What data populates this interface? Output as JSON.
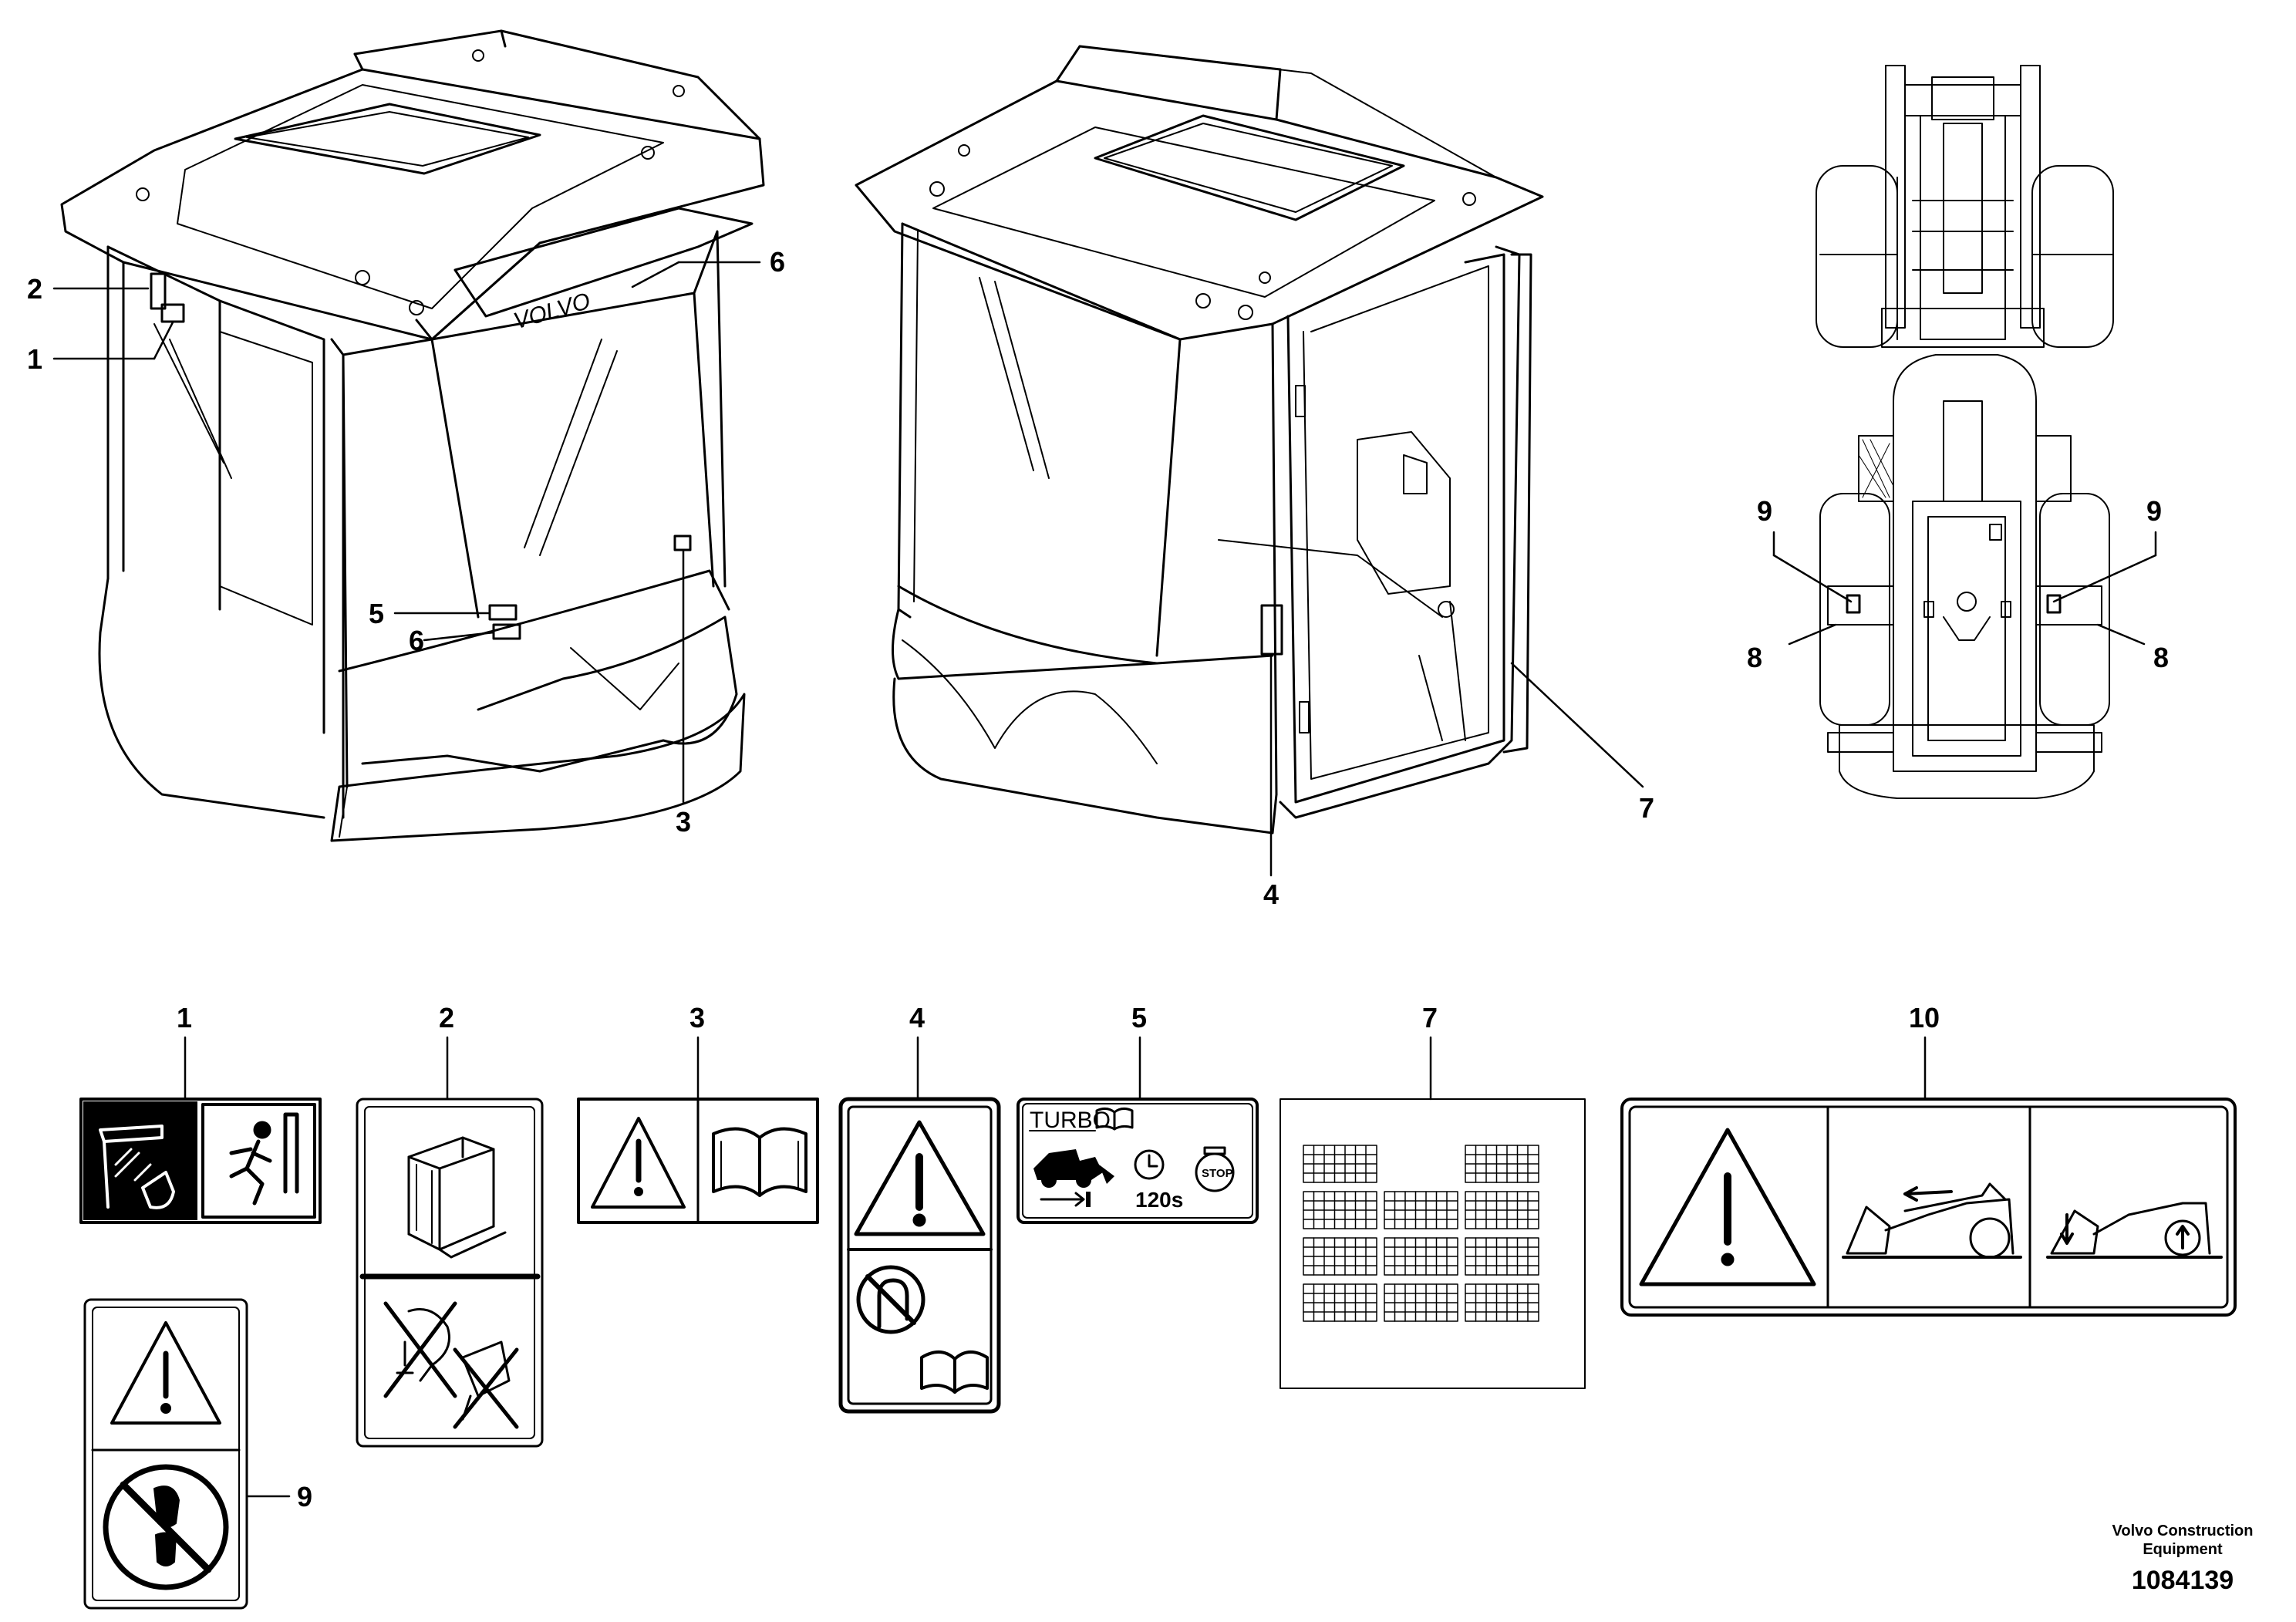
{
  "callouts": {
    "c1": "1",
    "c2": "2",
    "c3": "3",
    "c4": "4",
    "c5": "5",
    "c6": "6",
    "c7": "7",
    "c8": "8",
    "c9": "9",
    "c10": "10"
  },
  "cab_decal_brand": "VOLVO",
  "decal5": {
    "turbo_label": "TURBO",
    "time_label": "120s",
    "stop_label": "STOP"
  },
  "footer": {
    "company": "Volvo Construction Equipment",
    "drawing_number": "1084139"
  },
  "icons": [
    "emergency-exit-icon",
    "hammer-glass-icon",
    "warning-triangle-icon",
    "manual-book-icon",
    "no-u-turn-icon",
    "no-step-icon",
    "rops-frame-icon",
    "no-welding-icon",
    "no-drilling-icon",
    "clock-icon",
    "wheel-loader-icon"
  ]
}
